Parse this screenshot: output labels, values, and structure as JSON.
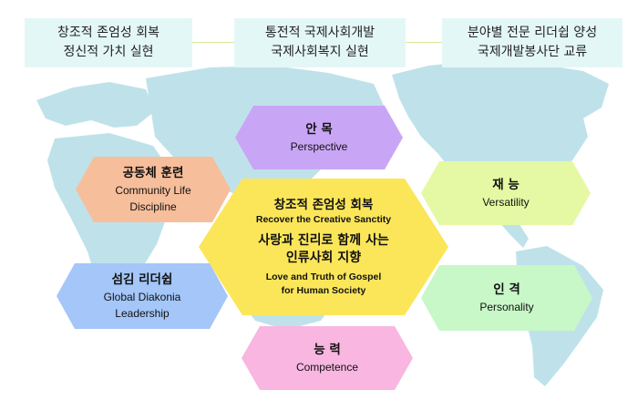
{
  "top_boxes": [
    {
      "line1": "창조적 존엄성 회복",
      "line2": "정신적 가치 실현"
    },
    {
      "line1": "통전적 국제사회개발",
      "line2": "국제사회복지 실현"
    },
    {
      "line1": "분야별 전문 리더쉽 양성",
      "line2": "국제개발봉사단 교류"
    }
  ],
  "center": {
    "ko1": "창조적 존엄성 회복",
    "en1": "Recover the Creative Sanctity",
    "ko2": "사랑과 진리로 함께 사는",
    "ko3": "인류사회 지향",
    "en2": "Love and Truth of Gospel",
    "en3": "for Human Society"
  },
  "hexagons": {
    "perspective": {
      "ko": "안  목",
      "en": "Perspective",
      "color": "#c9a6f5"
    },
    "community": {
      "ko": "공동체 훈련",
      "en1": "Community Life",
      "en2": "Discipline",
      "color": "#f7be9c"
    },
    "versatility": {
      "ko": "재  능",
      "en": "Versatility",
      "color": "#e5f8a3"
    },
    "diakonia": {
      "ko": "섬김 리더쉽",
      "en1": "Global Diakonia",
      "en2": "Leadership",
      "color": "#a4c6f8"
    },
    "personality": {
      "ko": "인  격",
      "en": "Personality",
      "color": "#c8f7c8"
    },
    "competence": {
      "ko": "능  력",
      "en": "Competence",
      "color": "#f8b6e0"
    }
  },
  "colors": {
    "center": "#fbe65a",
    "map": "#bfe2ea",
    "top_box": "#e4f7f7"
  }
}
